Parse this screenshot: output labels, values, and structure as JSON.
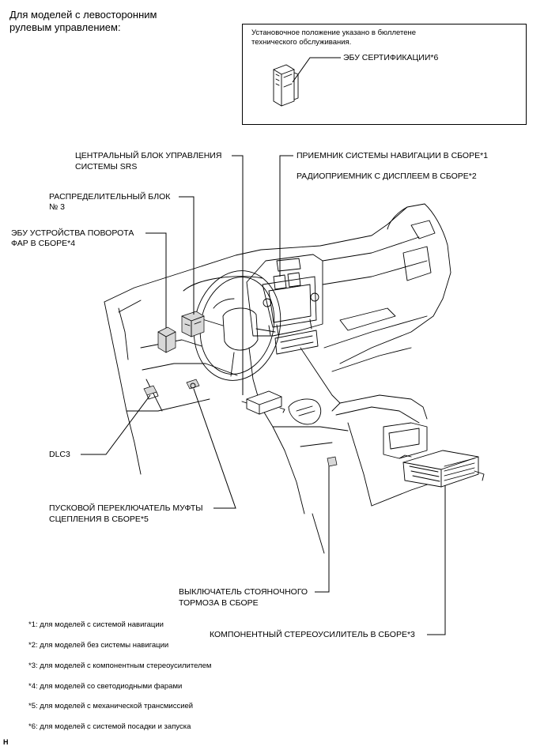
{
  "header": {
    "line1": "Для моделей с левосторонним",
    "line2": "рулевым управлением:"
  },
  "inset": {
    "note_line1": "Установочное положение указано в бюллетене",
    "note_line2": "технического обслуживания.",
    "ecu_label": "ЭБУ СЕРТИФИКАЦИИ*6"
  },
  "labels": {
    "srs_line1": "ЦЕНТРАЛЬНЫЙ БЛОК УПРАВЛЕНИЯ",
    "srs_line2": "СИСТЕМЫ SRS",
    "junction_line1": "РАСПРЕДЕЛИТЕЛЬНЫЙ БЛОК",
    "junction_line2": "№ 3",
    "swivel_line1": "ЭБУ УСТРОЙСТВА ПОВОРОТА",
    "swivel_line2": "ФАР В СБОРЕ*4",
    "nav_receiver": "ПРИЕМНИК СИСТЕМЫ НАВИГАЦИИ В СБОРЕ*1",
    "radio_receiver": "РАДИОПРИЕМНИК С ДИСПЛЕЕМ В СБОРЕ*2",
    "dlc3": "DLC3",
    "clutch_line1": "ПУСКОВОЙ ПЕРЕКЛЮЧАТЕЛЬ МУФТЫ",
    "clutch_line2": "СЦЕПЛЕНИЯ В СБОРЕ*5",
    "parking_line1": "ВЫКЛЮЧАТЕЛЬ СТОЯНОЧНОГО",
    "parking_line2": "ТОРМОЗА В СБОРЕ",
    "amplifier": "КОМПОНЕНТНЫЙ СТЕРЕОУСИЛИТЕЛЬ В СБОРЕ*3"
  },
  "footnotes": [
    "*1: для моделей с системой навигации",
    "*2: для моделей без системы навигации",
    "*3: для моделей с компонентным стереоусилителем",
    "*4: для моделей со светодиодными фарами",
    "*5: для моделей с механической трансмиссией",
    "*6: для моделей с системой посадки и запуска"
  ],
  "corner_mark": "H"
}
